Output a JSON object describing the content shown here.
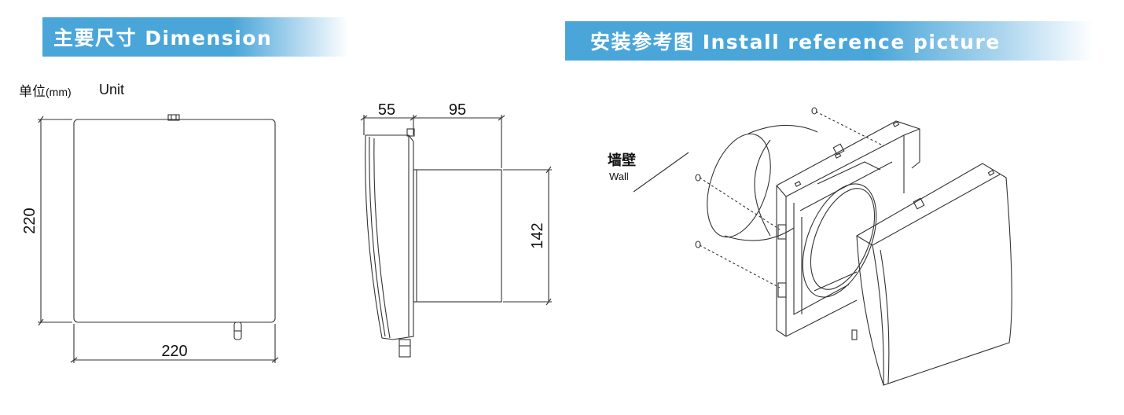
{
  "banners": {
    "dimension": "主要尺寸 Dimension",
    "install": "安装参考图 Install reference picture"
  },
  "unit": {
    "cn": "单位",
    "mm": "(mm)",
    "en": "Unit"
  },
  "dimensions": {
    "front_height": "220",
    "front_width": "220",
    "side_depth_a": "55",
    "side_depth_b": "95",
    "duct_height": "142"
  },
  "wall_label": {
    "cn": "墙壁",
    "en": "Wall"
  },
  "colors": {
    "banner_blue": "#4aa6d9",
    "line": "#333333"
  }
}
